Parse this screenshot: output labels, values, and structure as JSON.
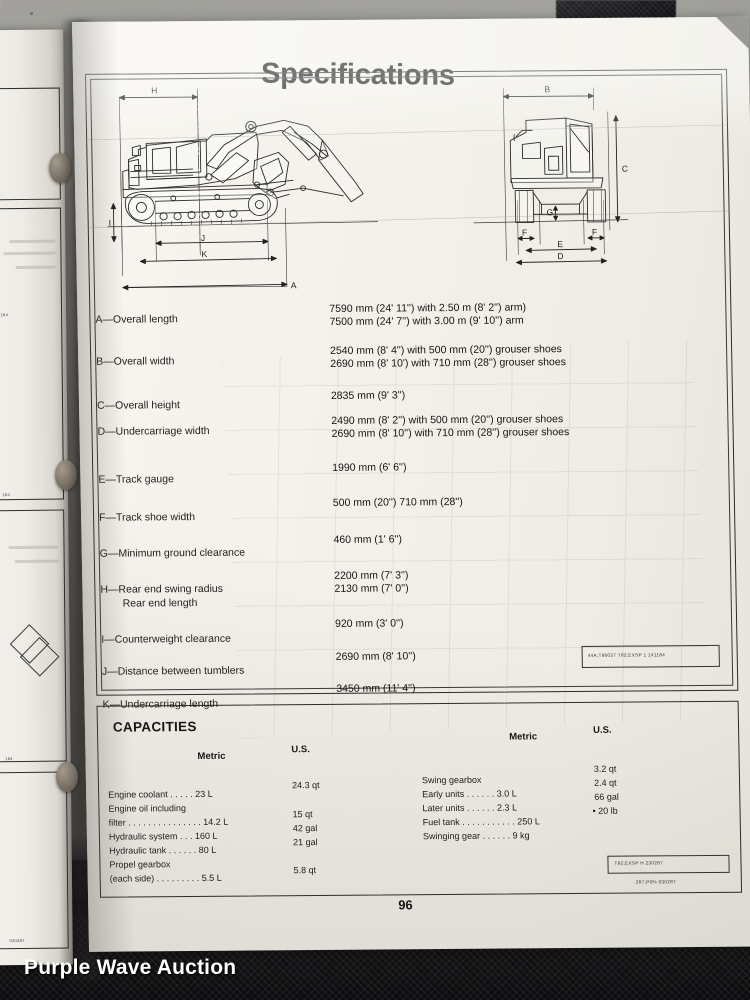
{
  "photo": {
    "watermark": "Purple Wave Auction"
  },
  "page": {
    "title": "Specifications",
    "page_number": "96",
    "footer_code_upper": "44A;T96037  T82;EXSP 1  141184",
    "footer_code_lower": "T82;EXSP  H  230287",
    "footer_code_lowest": "287;P0%  030287"
  },
  "diagram": {
    "side_view_callouts": [
      "H",
      "I",
      "J",
      "K",
      "A"
    ],
    "front_view_callouts": [
      "B",
      "C",
      "D",
      "E",
      "F",
      "G"
    ]
  },
  "specs": [
    {
      "label": "A—Overall length",
      "sublabel": "",
      "values": [
        "7590 mm (24' 11'') with 2.50 m (8' 2'') arm)",
        "7500 mm (24' 7'') with 3.00 m (9' 10'') arm"
      ]
    },
    {
      "label": "B—Overall width",
      "sublabel": "",
      "values": [
        "2540 mm (8' 4'') with 500 mm (20'') grouser shoes",
        "2690 mm (8' 10') with 710 mm (28'') grouser shoes"
      ]
    },
    {
      "label": "C—Overall height",
      "sublabel": "",
      "values": [
        "2835 mm (9' 3'')"
      ]
    },
    {
      "label": "D—Undercarriage width",
      "sublabel": "",
      "values": [
        "2490 mm (8' 2'') with 500 mm (20'') grouser shoes",
        "2690 mm (8' 10'') with 710 mm (28'') grouser shoes"
      ]
    },
    {
      "label": "E—Track gauge",
      "sublabel": "",
      "values": [
        "1990 mm (6' 6'')"
      ]
    },
    {
      "label": "F—Track shoe width",
      "sublabel": "",
      "values": [
        "500 mm (20'') 710 mm (28'')"
      ]
    },
    {
      "label": "G—Minimum ground clearance",
      "sublabel": "",
      "values": [
        "460 mm (1' 6'')"
      ]
    },
    {
      "label": "H—Rear end swing radius",
      "sublabel": "Rear end length",
      "values": [
        "2200 mm (7' 3'')",
        "2130 mm (7' 0'')"
      ]
    },
    {
      "label": "I—Counterweight clearance",
      "sublabel": "",
      "values": [
        "920 mm (3' 0'')"
      ]
    },
    {
      "label": "J—Distance between tumblers",
      "sublabel": "",
      "values": [
        "2690 mm (8' 10'')"
      ]
    },
    {
      "label": "K—Undercarriage length",
      "sublabel": "",
      "values": [
        "3450 mm (11' 4'')"
      ]
    }
  ],
  "capacities": {
    "heading": "CAPACITIES",
    "left_table": {
      "metric_header": "Metric",
      "us_header": "U.S.",
      "rows": [
        {
          "metric": "Engine coolant  . . . . . 23 L",
          "us": "24.3 qt"
        },
        {
          "metric": "Engine oil including",
          "us": ""
        },
        {
          "metric": "filter . . . . . . . . . . . . . . . 14.2 L",
          "us": "15 qt"
        },
        {
          "metric": "Hydraulic system  . . . 160 L",
          "us": "42 gal"
        },
        {
          "metric": "Hydraulic tank  . . . . . . 80 L",
          "us": "21 gal"
        },
        {
          "metric": "Propel gearbox",
          "us": ""
        },
        {
          "metric": "(each side) . . . . . . . . . 5.5 L",
          "us": "5.8 qt"
        }
      ]
    },
    "right_table": {
      "metric_header": "Metric",
      "us_header": "U.S.",
      "rows": [
        {
          "metric": "Swing gearbox",
          "us": "3.2 qt"
        },
        {
          "metric": "      Early units  . . . . . . 3.0 L",
          "us": "2.4 qt"
        },
        {
          "metric": "      Later units  . . . . . . 2.3 L",
          "us": "66 gal"
        },
        {
          "metric": "Fuel tank  . . . . . . . . . . . 250 L",
          "us": "• 20 lb"
        },
        {
          "metric": "Swinging gear  . . . . . . 9 kg",
          "us": ""
        }
      ]
    }
  }
}
